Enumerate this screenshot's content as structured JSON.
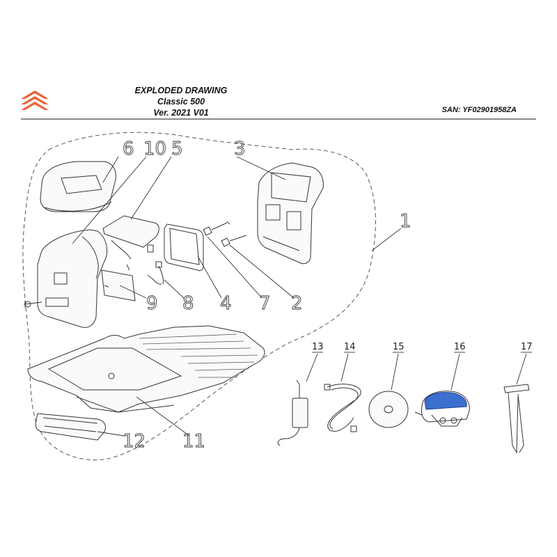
{
  "header": {
    "title_line1": "EXPLODED DRAWING",
    "title_line2": "Classic 500",
    "title_line3": "Ver. 2021 V01",
    "san": "SAN: YF02901958ZA"
  },
  "colors": {
    "logo_orange": "#e8643a",
    "outline": "#333333",
    "connector_blue": "#3b6fd0"
  },
  "parts": [
    {
      "id": "part-6",
      "label": "6"
    },
    {
      "id": "part-10",
      "label": "10"
    },
    {
      "id": "part-5",
      "label": "5"
    },
    {
      "id": "part-3",
      "label": "3"
    },
    {
      "id": "part-1",
      "label": "1"
    },
    {
      "id": "part-9",
      "label": "9"
    },
    {
      "id": "part-8",
      "label": "8"
    },
    {
      "id": "part-4",
      "label": "4"
    },
    {
      "id": "part-7",
      "label": "7"
    },
    {
      "id": "part-2",
      "label": "2"
    },
    {
      "id": "part-12",
      "label": "12"
    },
    {
      "id": "part-11",
      "label": "11"
    },
    {
      "id": "part-13",
      "label": "13"
    },
    {
      "id": "part-14",
      "label": "14"
    },
    {
      "id": "part-15",
      "label": "15"
    },
    {
      "id": "part-16",
      "label": "16"
    },
    {
      "id": "part-17",
      "label": "17"
    }
  ]
}
